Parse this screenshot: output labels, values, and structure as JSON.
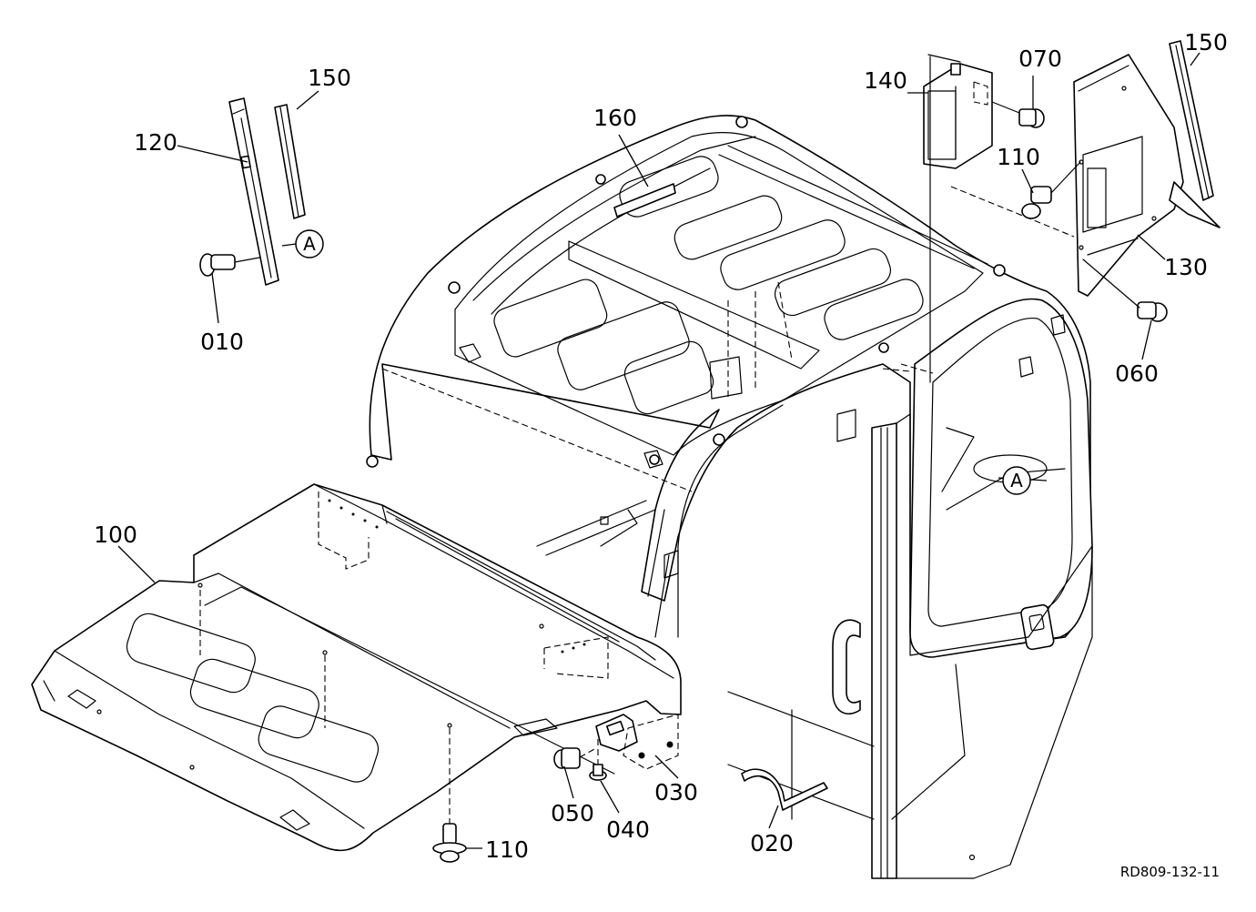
{
  "diagram": {
    "reference_code": "RD809-132-11",
    "labels": {
      "p010": "010",
      "p020": "020",
      "p030": "030",
      "p040": "040",
      "p050": "050",
      "p060": "060",
      "p070": "070",
      "p100": "100",
      "p110_bottom": "110",
      "p110_right": "110",
      "p120": "120",
      "p130": "130",
      "p140": "140",
      "p150_left": "150",
      "p150_right": "150",
      "p160": "160"
    },
    "callouts": {
      "detail_a_left": "A",
      "detail_a_right": "A"
    }
  }
}
